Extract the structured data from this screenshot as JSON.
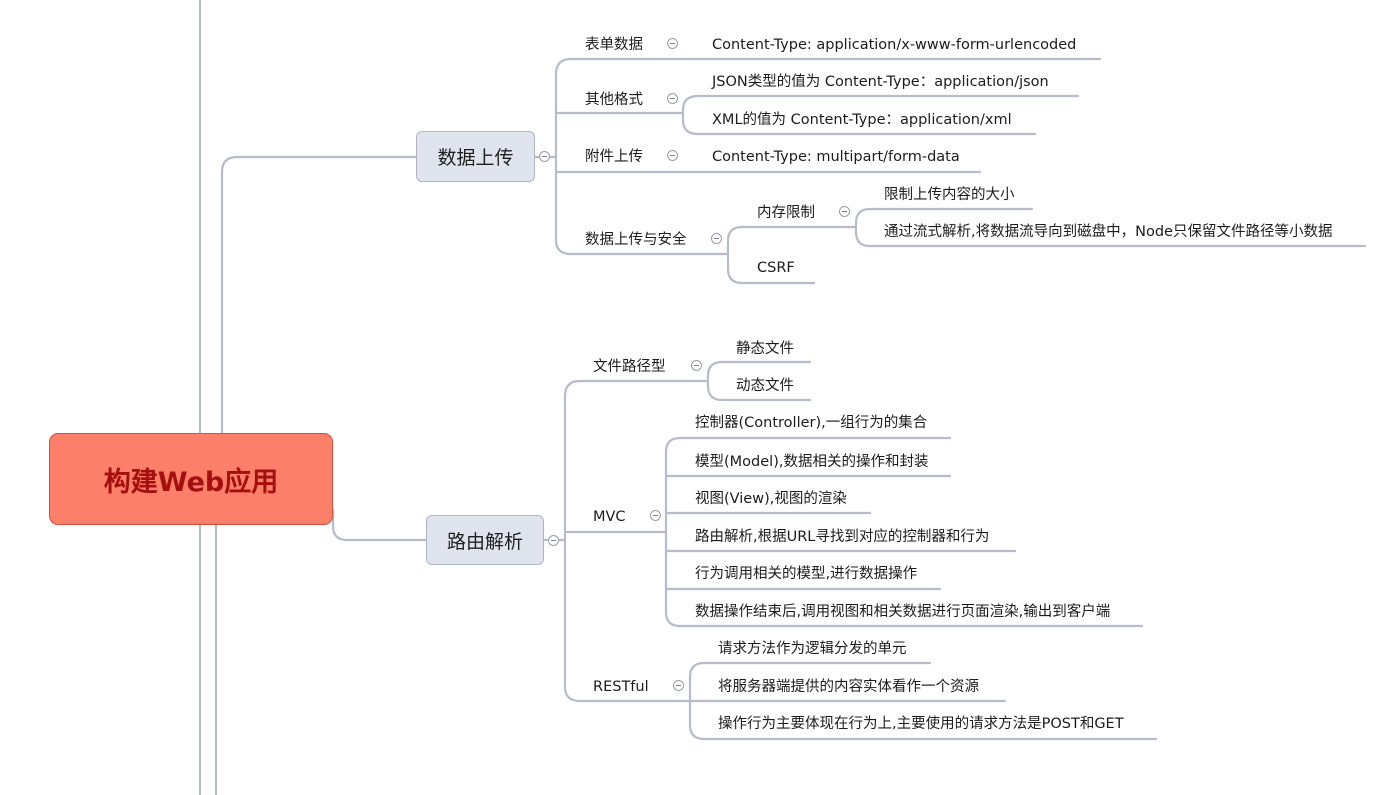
{
  "root": {
    "label": "构建Web应用"
  },
  "branches": {
    "upload": {
      "label": "数据上传",
      "form_data": {
        "label": "表单数据",
        "content_type": "Content-Type: application/x-www-form-urlencoded"
      },
      "other_formats": {
        "label": "其他格式",
        "json": "JSON类型的值为 Content-Type：application/json",
        "xml": "XML的值为 Content-Type：application/xml"
      },
      "attachment": {
        "label": "附件上传",
        "content_type": "Content-Type: multipart/form-data"
      },
      "security": {
        "label": "数据上传与安全",
        "memory_limit": {
          "label": "内存限制",
          "items": [
            "限制上传内容的大小",
            "通过流式解析,将数据流导向到磁盘中，Node只保留文件路径等小数据"
          ]
        },
        "csrf": "CSRF"
      }
    },
    "routing": {
      "label": "路由解析",
      "file_path": {
        "label": "文件路径型",
        "items": [
          "静态文件",
          "动态文件"
        ]
      },
      "mvc": {
        "label": "MVC",
        "items": [
          "控制器(Controller),一组行为的集合",
          "模型(Model),数据相关的操作和封装",
          "视图(View),视图的渲染",
          "路由解析,根据URL寻找到对应的控制器和行为",
          "行为调用相关的模型,进行数据操作",
          "数据操作结束后,调用视图和相关数据进行页面渲染,输出到客户端"
        ]
      },
      "restful": {
        "label": "RESTful",
        "items": [
          "请求方法作为逻辑分发的单元",
          "将服务器端提供的内容实体看作一个资源",
          "操作行为主要体现在行为上,主要使用的请求方法是POST和GET"
        ]
      }
    }
  },
  "colors": {
    "root_fill": "#fb7f69",
    "root_text": "#a50f0f",
    "branch_fill": "#dfe4ef",
    "connector": "#b6bcc9"
  }
}
